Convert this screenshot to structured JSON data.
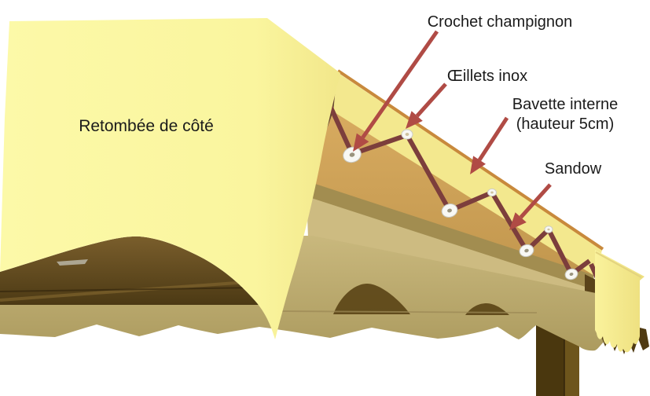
{
  "diagram": {
    "labels": {
      "crochet": "Crochet champignon",
      "oeillets": "Œillets inox",
      "bavette_line1": "Bavette interne",
      "bavette_line2": "(hauteur 5cm)",
      "sandow": "Sandow",
      "retombee": "Retombée de côté"
    },
    "colors": {
      "background": "#ffffff",
      "text": "#1b1b1b",
      "annotation_arrow_red": "#b04b45",
      "sandow_cord_maroon": "#7c3e3c",
      "fabric_pale_yellow": "#fbf7a3",
      "bavette_pale_yellow": "#f3e88e",
      "beam_top_edge_orange": "#c8893c",
      "beam_wood_tan": "#d2a457",
      "beam_shadow_olive": "#a28d50",
      "beam_soffit_tan": "#cdbb81",
      "valance_khaki": "#bcab6e",
      "structure_wood_dark": "#4c3916",
      "post_wood_brown": "#4a370e",
      "eyelet_white": "#f8f8f4"
    }
  }
}
